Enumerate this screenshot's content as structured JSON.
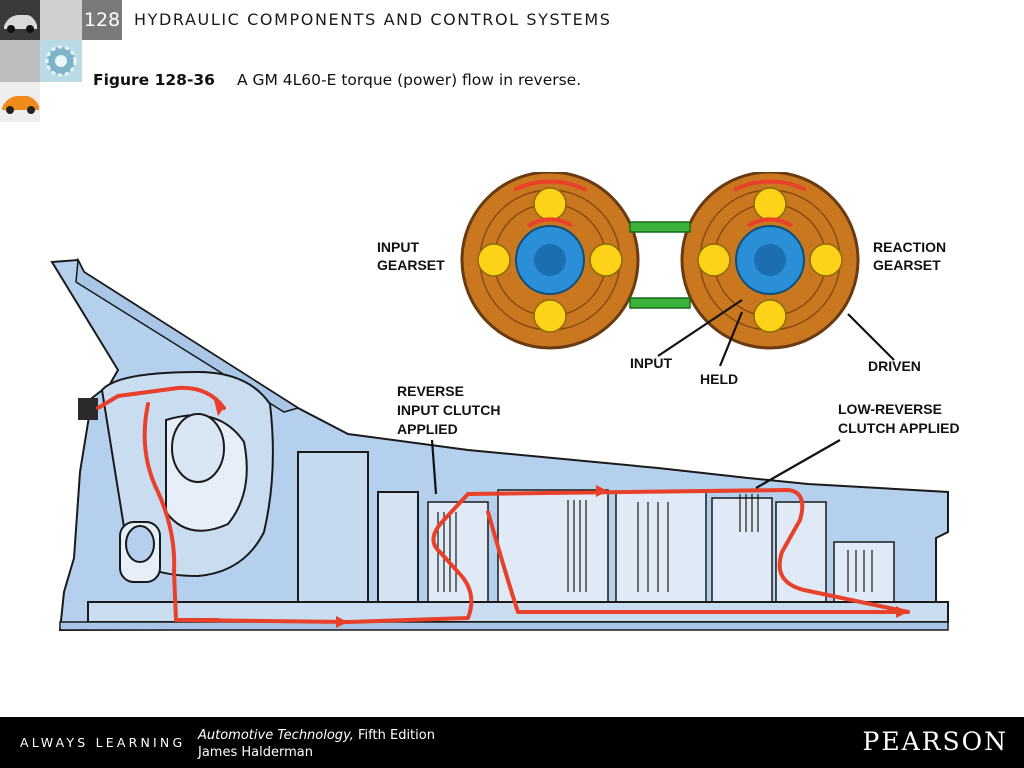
{
  "header": {
    "chapter_number": "128",
    "chapter_title": "HYDRAULIC COMPONENTS AND CONTROL SYSTEMS"
  },
  "caption": {
    "figure_number": "Figure 128-36",
    "text": "A GM 4L60-E torque (power) flow in reverse."
  },
  "figure": {
    "labels": {
      "input_gearset": [
        "INPUT",
        "GEARSET"
      ],
      "reaction_gearset": [
        "REACTION",
        "GEARSET"
      ],
      "input": "INPUT",
      "held": "HELD",
      "driven": "DRIVEN",
      "reverse_input_clutch": [
        "REVERSE",
        "INPUT CLUTCH",
        "APPLIED"
      ],
      "low_reverse_clutch": [
        "LOW-REVERSE",
        "CLUTCH APPLIED"
      ]
    },
    "colors": {
      "housing": "#b5d0ec",
      "ring_gear": "#c9781f",
      "sun_gear": "#2a8fd6",
      "planet_gear": "#ffd21a",
      "flow_arrow": "#e8402a",
      "connector": "#3bb33b"
    }
  },
  "footer": {
    "tagline": "ALWAYS LEARNING",
    "book_title": "Automotive Technology,",
    "book_edition": " Fifth Edition",
    "author": "James Halderman",
    "publisher": "PEARSON"
  }
}
